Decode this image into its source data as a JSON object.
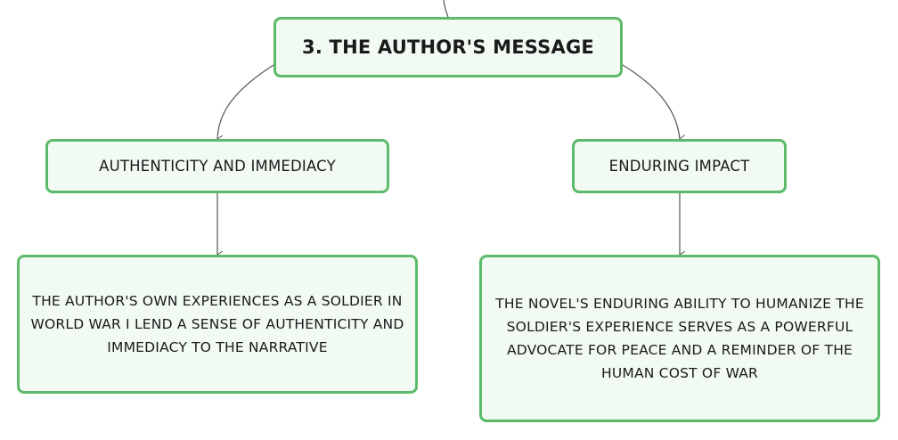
{
  "diagram": {
    "root": {
      "label": "3. THE AUTHOR'S MESSAGE"
    },
    "branches": [
      {
        "label": "AUTHENTICITY AND IMMEDIACY",
        "detail": "THE AUTHOR'S OWN EXPERIENCES AS A SOLDIER IN WORLD WAR I LEND A SENSE OF AUTHENTICITY AND IMMEDIACY TO THE NARRATIVE"
      },
      {
        "label": "ENDURING IMPACT",
        "detail": "THE NOVEL'S ENDURING ABILITY TO HUMANIZE THE SOLDIER'S EXPERIENCE SERVES AS A POWERFUL ADVOCATE FOR PEACE AND A REMINDER OF THE HUMAN COST OF WAR"
      }
    ]
  },
  "colors": {
    "node_border": "#5cbb6a",
    "node_fill": "#f2fbf3",
    "connector": "#555555"
  }
}
